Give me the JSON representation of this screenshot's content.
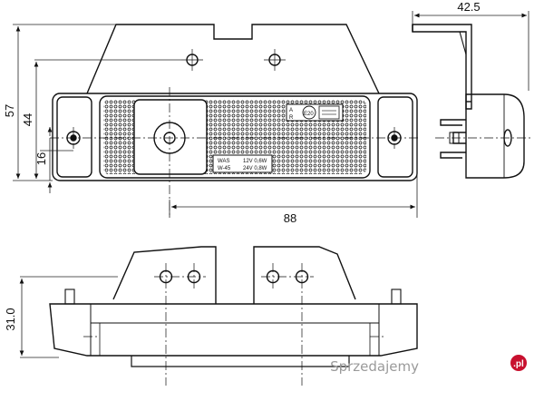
{
  "dimensions": {
    "height_overall": "57",
    "height_lens": "44",
    "height_mount": "16",
    "depth_side": "42.5",
    "hole_spacing": "88",
    "height_bottom": "31.0"
  },
  "label": {
    "brand": "WAS",
    "model": "W-45",
    "rating_12v": "12V 0,6W",
    "rating_24v": "24V 0,8W",
    "approval_a": "A",
    "approval_r": "R",
    "approval_mark": "E20"
  },
  "watermark": {
    "text": "Sprzedajemy",
    "suffix": ".pl"
  },
  "colors": {
    "ink": "#111111",
    "dimension": "#222222",
    "watermark": "#9a9a9a",
    "watermark_logo": "#c8102e"
  }
}
